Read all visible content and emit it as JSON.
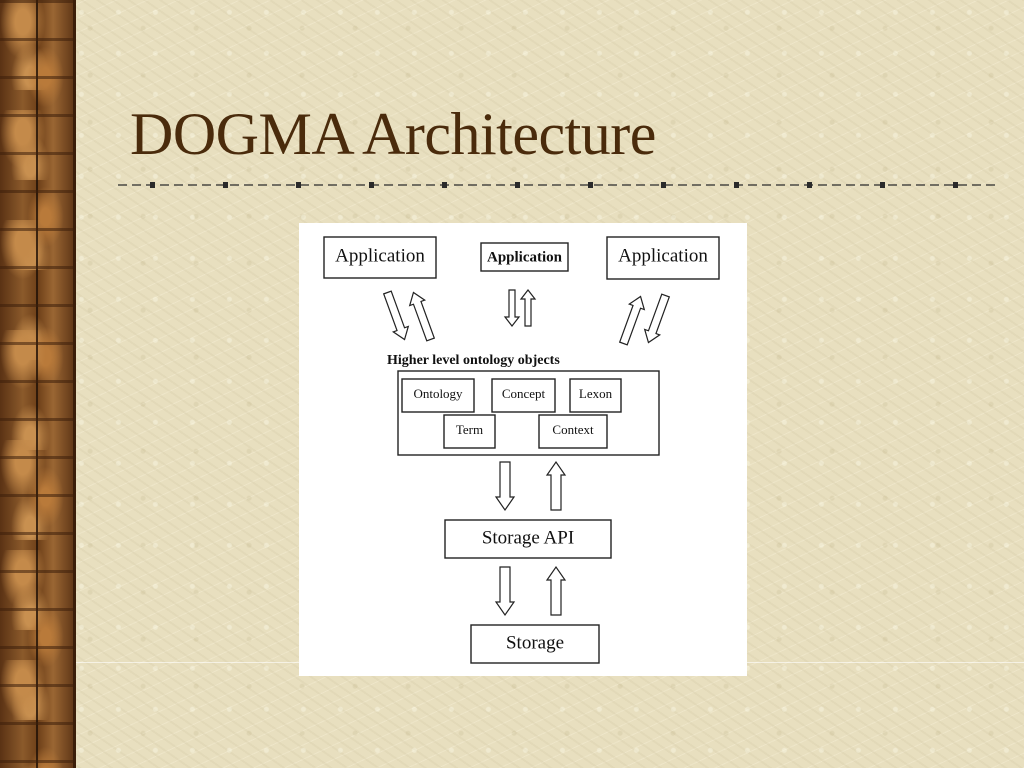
{
  "slide": {
    "title": "DOGMA Architecture"
  },
  "diagram": {
    "applications": [
      "Application",
      "Application",
      "Application"
    ],
    "group_label": "Higher level ontology objects",
    "objects": [
      "Ontology",
      "Concept",
      "Lexon",
      "Term",
      "Context"
    ],
    "storage_api": "Storage API",
    "storage": "Storage"
  }
}
